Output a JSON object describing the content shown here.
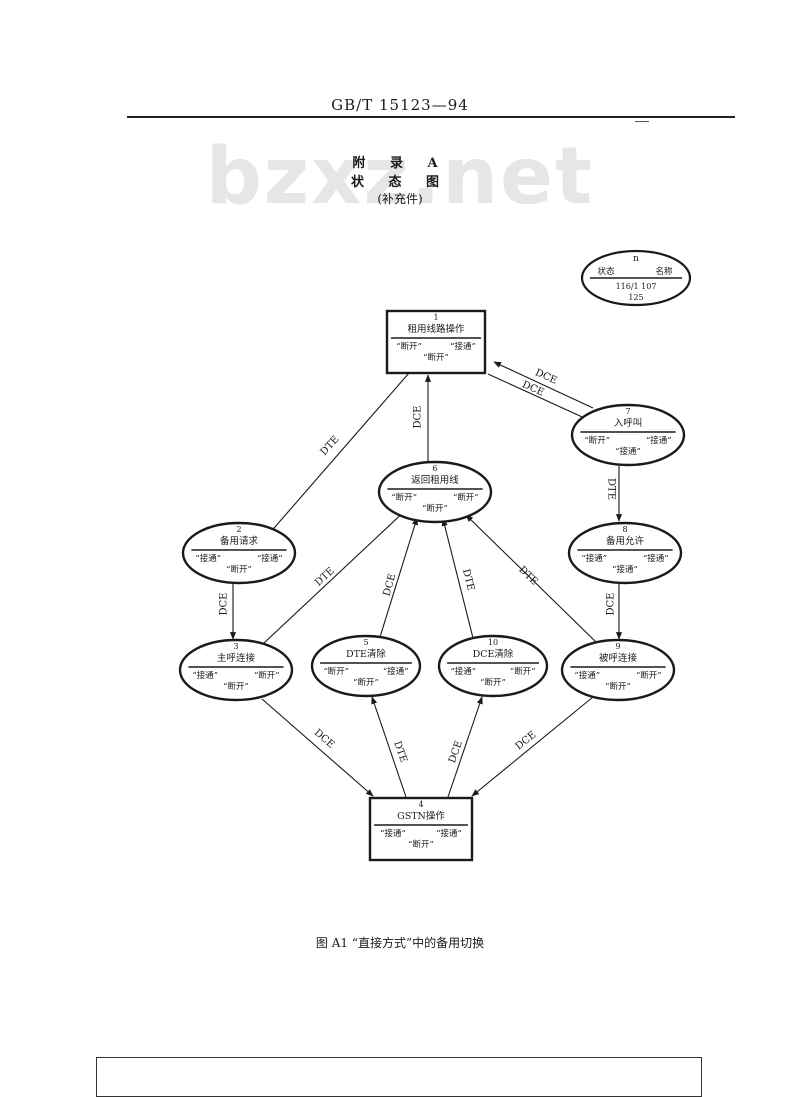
{
  "header": {
    "standard": "GB/T 15123—94"
  },
  "watermark": "bzxz.net",
  "annex": {
    "line1": "附 录 A",
    "line2": "状 态 图",
    "line3": "(补充件)"
  },
  "legend": {
    "top": "n",
    "left": "状态",
    "right": "名称",
    "line1": "116/1 107",
    "line2": "125"
  },
  "states": [
    {
      "id": "s1",
      "num": "1",
      "name": "租用线路操作",
      "left": "“断开”",
      "right": "“接通”",
      "bottom": "“断开”"
    },
    {
      "id": "s7",
      "num": "7",
      "name": "入呼叫",
      "left": "“断开”",
      "right": "“接通”",
      "bottom": "“接通”"
    },
    {
      "id": "s6",
      "num": "6",
      "name": "返回租用线",
      "left": "“断开”",
      "right": "“断开”",
      "bottom": "“断开”"
    },
    {
      "id": "s2",
      "num": "2",
      "name": "备用请求",
      "left": "“接通”",
      "right": "“接通”",
      "bottom": "“断开”"
    },
    {
      "id": "s8",
      "num": "8",
      "name": "备用允许",
      "left": "“接通”",
      "right": "“接通”",
      "bottom": "“接通”"
    },
    {
      "id": "s3",
      "num": "3",
      "name": "主呼连接",
      "left": "“接通”",
      "right": "“断开”",
      "bottom": "“断开”"
    },
    {
      "id": "s5",
      "num": "5",
      "name": "DTE清除",
      "left": "“断开”",
      "right": "“接通”",
      "bottom": "“断开”"
    },
    {
      "id": "s10",
      "num": "10",
      "name": "DCE清除",
      "left": "“接通”",
      "right": "“断开”",
      "bottom": "“断开”"
    },
    {
      "id": "s9",
      "num": "9",
      "name": "被呼连接",
      "left": "“接通”",
      "right": "“断开”",
      "bottom": "“断开”"
    },
    {
      "id": "s4",
      "num": "4",
      "name": "GSTN操作",
      "left": "“接通”",
      "right": "“接通”",
      "bottom": "“断开”"
    }
  ],
  "transitions": [
    {
      "from": "s1",
      "to": "s2",
      "label": "DTE"
    },
    {
      "from": "s6",
      "to": "s1",
      "label": "DCE"
    },
    {
      "from": "s7",
      "to": "s1",
      "label": "DCE"
    },
    {
      "from": "s1",
      "to": "s7",
      "label": "DCE"
    },
    {
      "from": "s7",
      "to": "s8",
      "label": "DTE"
    },
    {
      "from": "s2",
      "to": "s3",
      "label": "DCE"
    },
    {
      "from": "s8",
      "to": "s9",
      "label": "DCE"
    },
    {
      "from": "s3",
      "to": "s6",
      "label": "DTE"
    },
    {
      "from": "s5",
      "to": "s6",
      "label": "DCE"
    },
    {
      "from": "s10",
      "to": "s6",
      "label": "DTE"
    },
    {
      "from": "s9",
      "to": "s6",
      "label": "DTE"
    },
    {
      "from": "s3",
      "to": "s4",
      "label": "DCE"
    },
    {
      "from": "s4",
      "to": "s5",
      "label": "DTE"
    },
    {
      "from": "s4",
      "to": "s10",
      "label": "DCE"
    },
    {
      "from": "s9",
      "to": "s4",
      "label": "DCE"
    }
  ],
  "caption": "图 A1 “直接方式”中的备用切换"
}
